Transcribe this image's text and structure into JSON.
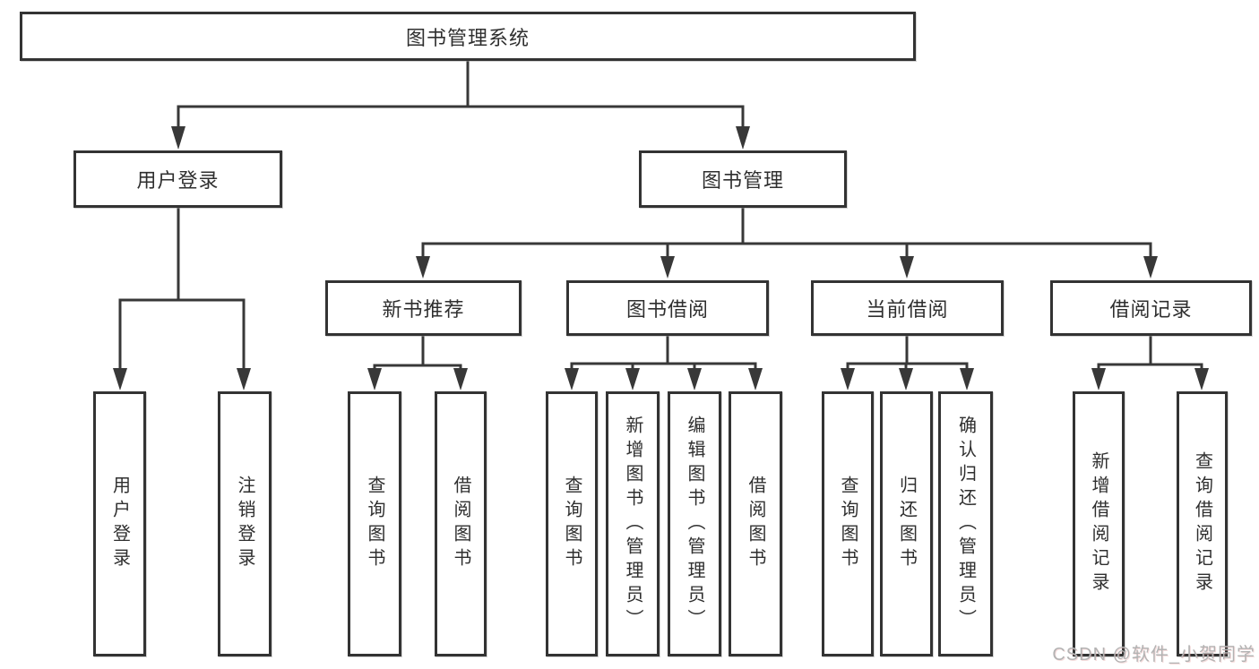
{
  "tree": {
    "label": "图书管理系统",
    "children": [
      {
        "label": "用户登录",
        "children": [
          {
            "label": "用户登录"
          },
          {
            "label": "注销登录"
          }
        ]
      },
      {
        "label": "图书管理",
        "children": [
          {
            "label": "新书推荐",
            "children": [
              {
                "label": "查询图书"
              },
              {
                "label": "借阅图书"
              }
            ]
          },
          {
            "label": "图书借阅",
            "children": [
              {
                "label": "查询图书"
              },
              {
                "label": "新增图书（管理员）"
              },
              {
                "label": "编辑图书（管理员）"
              },
              {
                "label": "借阅图书"
              }
            ]
          },
          {
            "label": "当前借阅",
            "children": [
              {
                "label": "查询图书"
              },
              {
                "label": "归还图书"
              },
              {
                "label": "确认归还（管理员）"
              }
            ]
          },
          {
            "label": "借阅记录",
            "children": [
              {
                "label": "新增借阅记录"
              },
              {
                "label": "查询借阅记录"
              }
            ]
          }
        ]
      }
    ]
  },
  "watermark": "CSDN @软件_小贺同学",
  "colors": {
    "line": "#383838",
    "box_border": "#333333",
    "text": "#2f2f2f",
    "watermark": "#b3b3b3",
    "background": "#ffffff"
  }
}
